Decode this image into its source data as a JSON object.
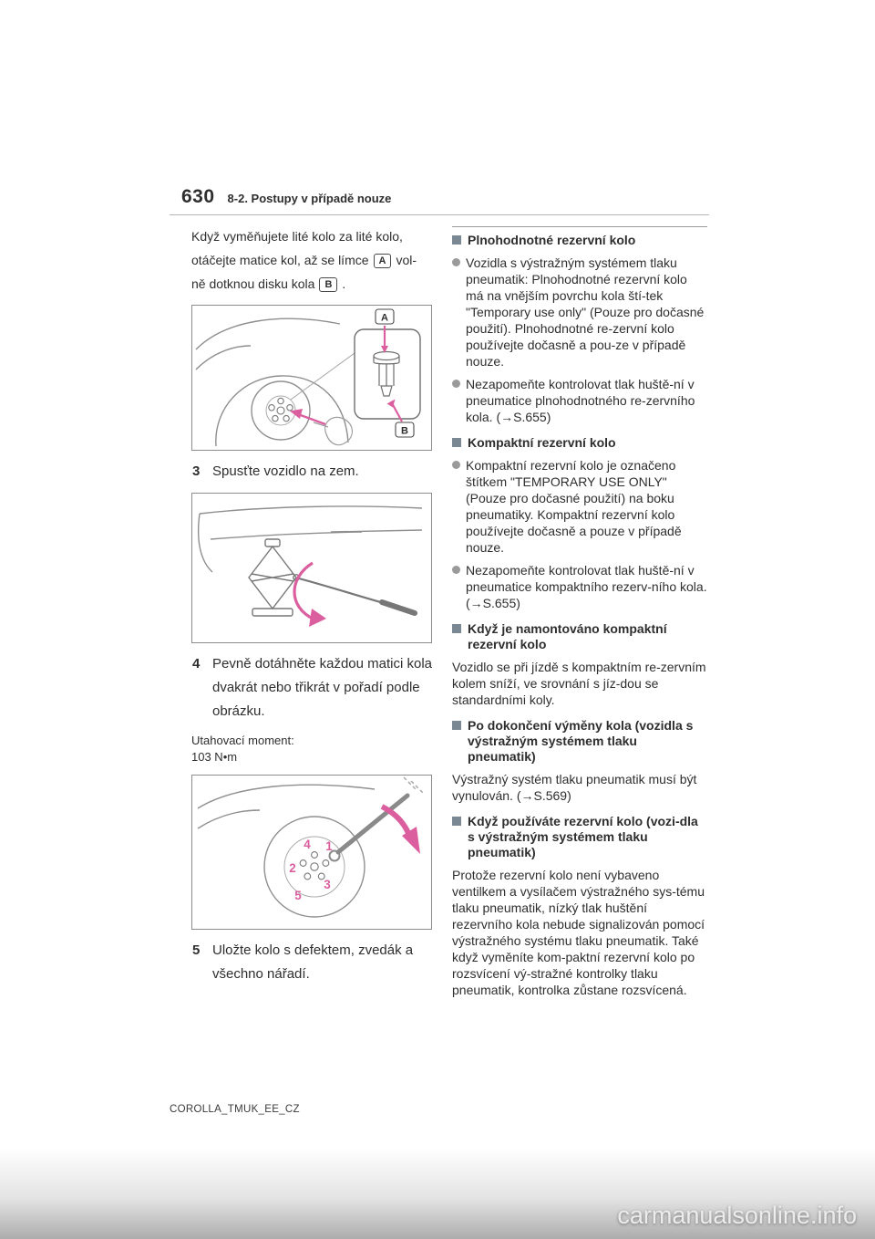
{
  "page": {
    "number": "630",
    "section_title": "8-2. Postupy v případě nouze",
    "footer_code": "COROLLA_TMUK_EE_CZ",
    "watermark": "carmanualsonline.info"
  },
  "colors": {
    "accent_pink": "#db5f9f",
    "header_marker": "#7a8894",
    "bullet_gray": "#9a9a9a",
    "line_art_gray": "#8f8f8f"
  },
  "left": {
    "intro_line1": "Když vyměňujete lité kolo za lité kolo,",
    "intro_line2_pre": "otáčejte matice kol, až se límce",
    "intro_line2_post": "vol-",
    "intro_line3_pre": "ně dotknou disku kola",
    "intro_line3_post": ".",
    "label_a": "A",
    "label_b": "B",
    "steps": [
      {
        "num": "3",
        "text": "Spusťte vozidlo na zem."
      },
      {
        "num": "4",
        "text": "Pevně dotáhněte každou matici kola dvakrát nebo třikrát v pořadí podle obrázku."
      },
      {
        "num": "5",
        "text": "Uložte kolo s defektem, zvedák a všechno nářadí."
      }
    ],
    "torque_label": "Utahovací moment:",
    "torque_value": "103 N•m",
    "tightening_numbers": [
      "1",
      "2",
      "3",
      "4",
      "5"
    ]
  },
  "right": {
    "blocks": [
      {
        "type": "header",
        "text": "Plnohodnotné rezervní kolo"
      },
      {
        "type": "bullet",
        "text": "Vozidla s výstražným systémem tlaku pneumatik: Plnohodnotné rezervní kolo má na vnějším povrchu kola ští-tek \"Temporary use only\" (Pouze pro dočasné použití). Plnohodnotné re-zervní kolo používejte dočasně a pou-ze v případě nouze."
      },
      {
        "type": "bullet",
        "text": "Nezapomeňte kontrolovat tlak huště-ní v pneumatice plnohodnotného re-zervního kola. (→S.655)"
      },
      {
        "type": "header",
        "text": "Kompaktní rezervní kolo"
      },
      {
        "type": "bullet",
        "text": "Kompaktní rezervní kolo je označeno štítkem \"TEMPORARY USE ONLY\" (Pouze pro dočasné použití) na boku pneumatiky. Kompaktní rezervní kolo používejte dočasně a pouze v případě nouze."
      },
      {
        "type": "bullet",
        "text": "Nezapomeňte kontrolovat tlak huště-ní v pneumatice kompaktního rezerv-ního kola. (→S.655)"
      },
      {
        "type": "header",
        "text": "Když je namontováno kompaktní rezervní kolo"
      },
      {
        "type": "para",
        "text": "Vozidlo se při jízdě s kompaktním re-zervním kolem sníží, ve srovnání s jíz-dou se standardními koly."
      },
      {
        "type": "header",
        "text": "Po dokončení výměny kola (vozidla s výstražným systémem tlaku pneumatik)"
      },
      {
        "type": "para",
        "text": "Výstražný systém tlaku pneumatik musí být vynulován. (→S.569)"
      },
      {
        "type": "header",
        "text": "Když používáte rezervní kolo (vozi-dla s výstražným systémem tlaku pneumatik)"
      },
      {
        "type": "para",
        "text": "Protože rezervní kolo není vybaveno ventilkem a vysílačem výstražného sys-tému tlaku pneumatik, nízký tlak huštění rezervního kola nebude signalizován pomocí výstražného systému tlaku pneumatik. Také když vyměníte kom-paktní rezervní kolo po rozsvícení vý-stražné kontrolky tlaku pneumatik, kontrolka zůstane rozsvícená."
      }
    ]
  }
}
